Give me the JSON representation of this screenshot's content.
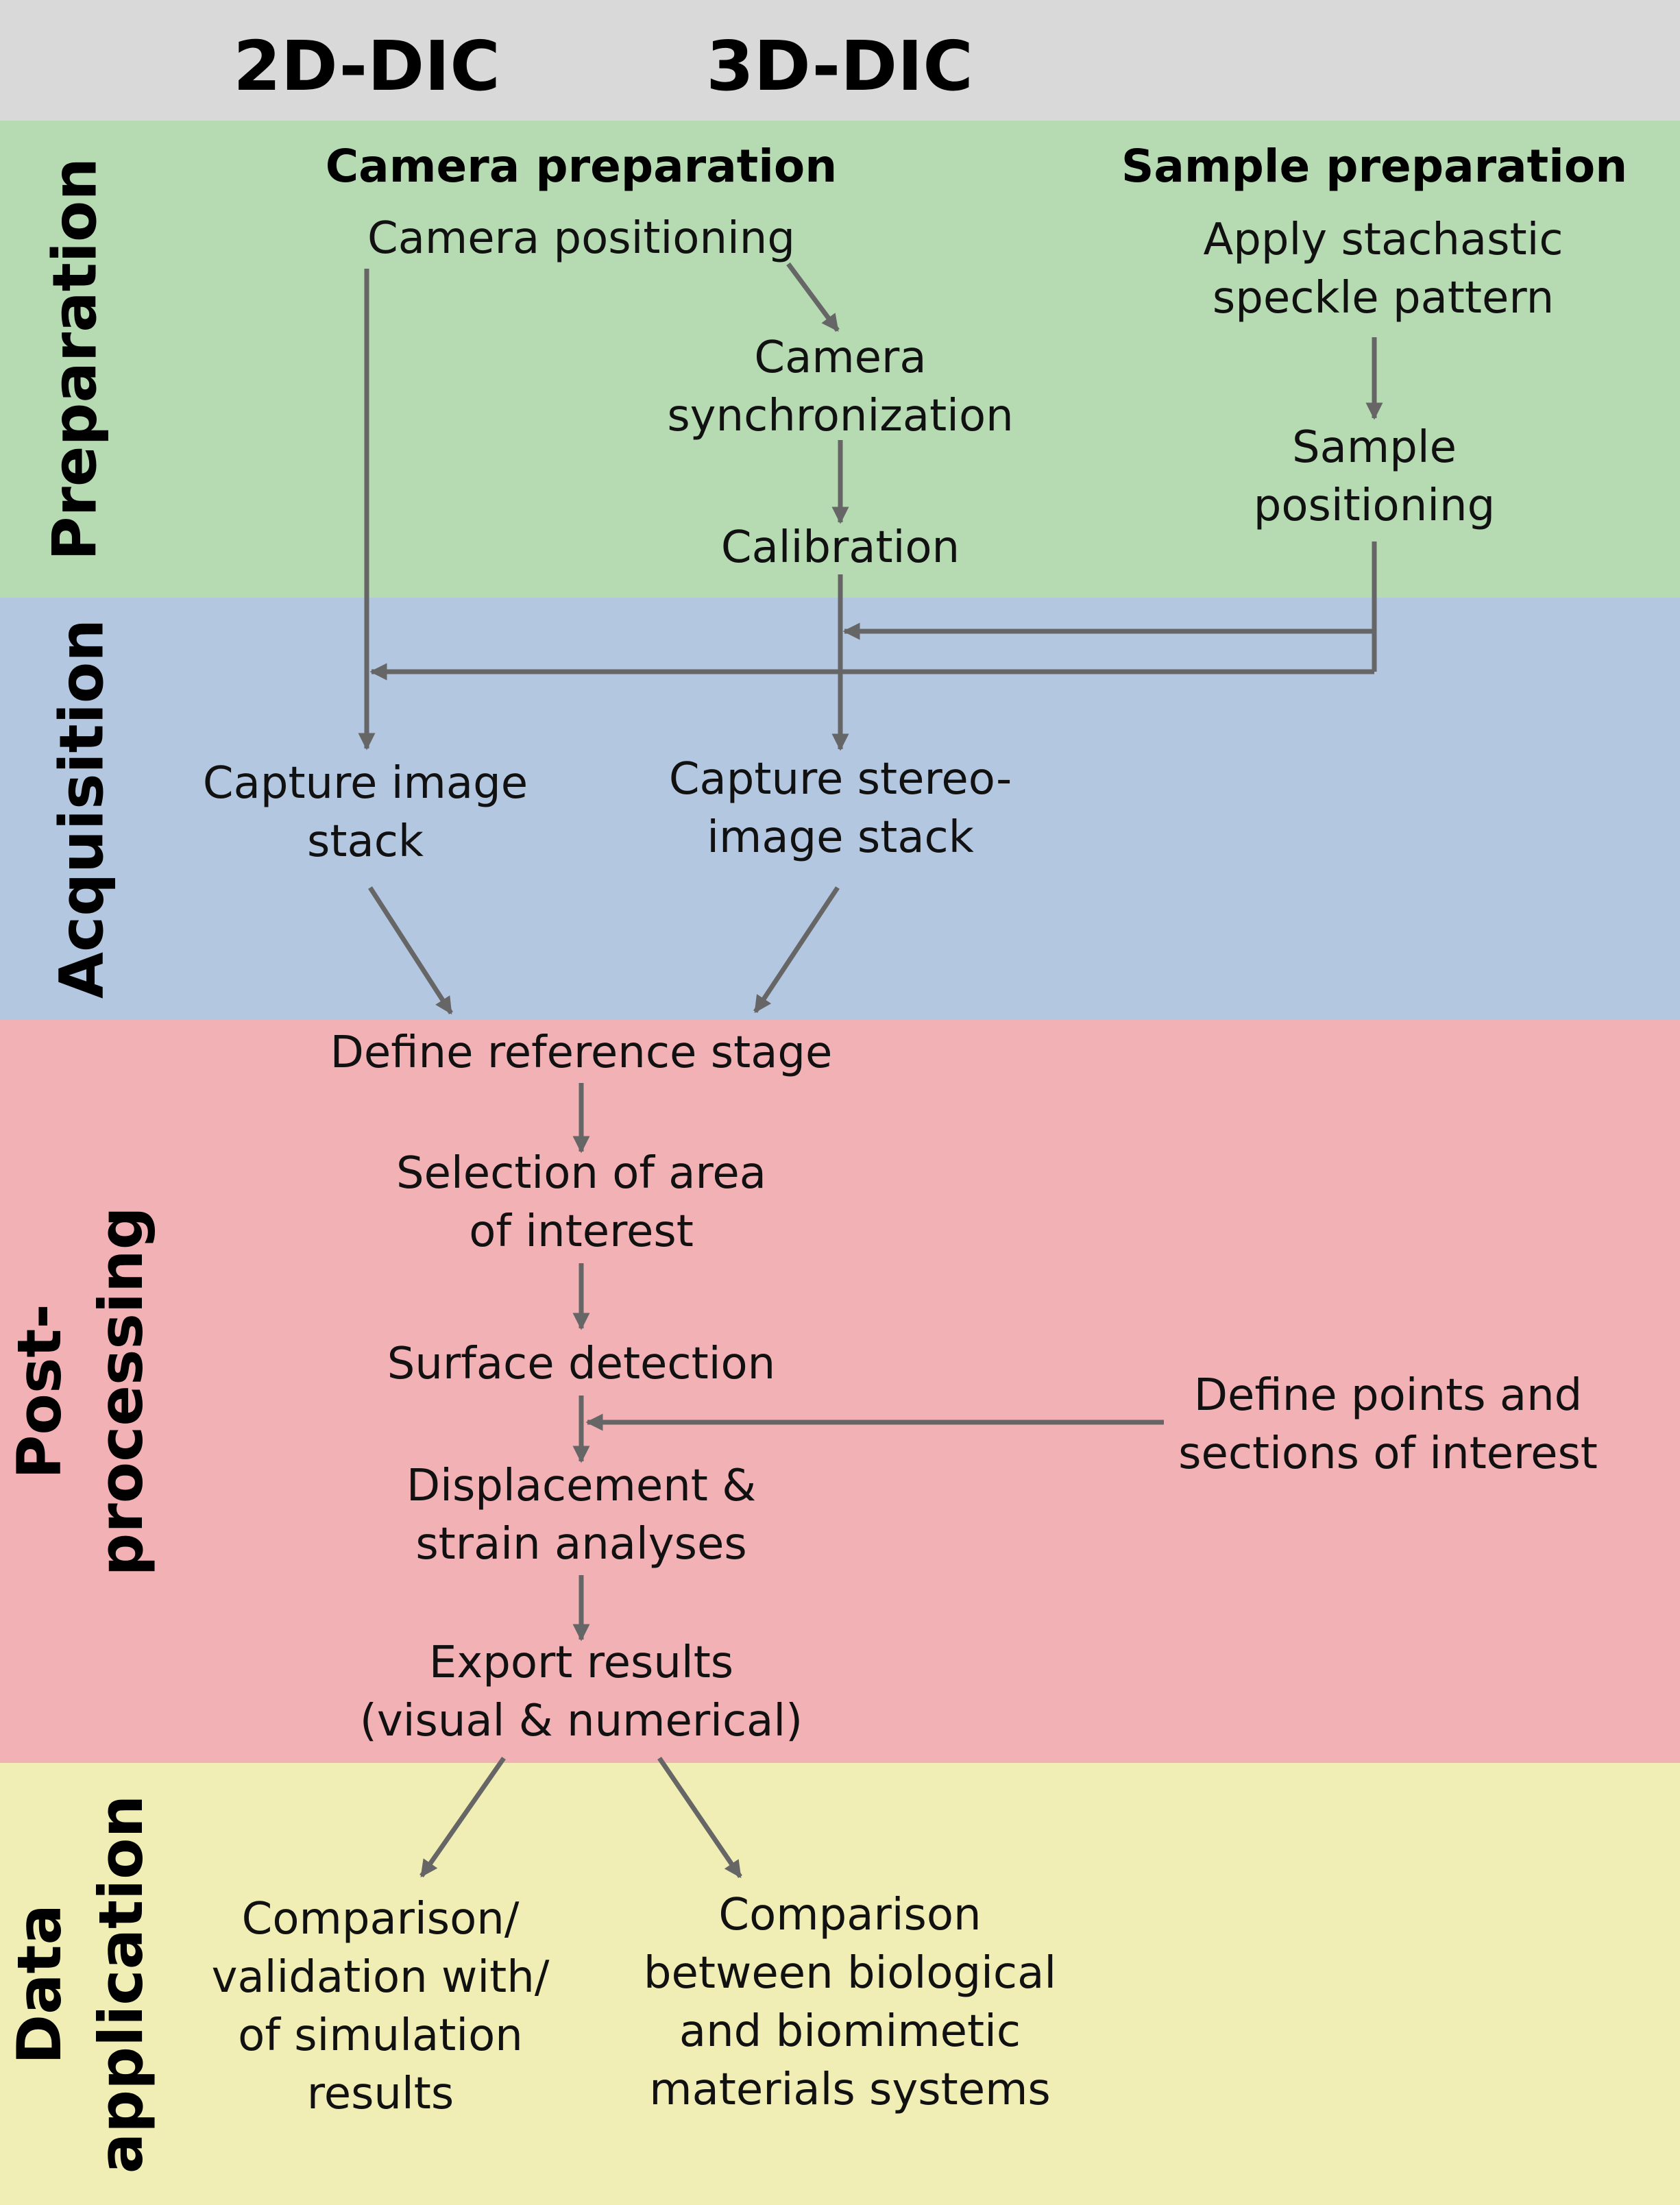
{
  "colors": {
    "header_band": "#d9d9d9",
    "preparation_band": "#b6dab2",
    "acquisition_band": "#b3c7e0",
    "postprocessing_band": "#f2b1b4",
    "data_application_band": "#f0eeb4",
    "arrow": "#666666"
  },
  "header": {
    "col_2d": "2D-DIC",
    "col_3d": "3D-DIC"
  },
  "bands": {
    "preparation": "Preparation",
    "acquisition": "Acquisition",
    "postprocessing_line1": "Post-",
    "postprocessing_line2": "processing",
    "data_application_line1": "Data",
    "data_application_line2": "application"
  },
  "preparation": {
    "camera_heading": "Camera preparation",
    "sample_heading": "Sample preparation",
    "camera_positioning": "Camera positioning",
    "camera_sync_line1": "Camera",
    "camera_sync_line2": "synchronization",
    "calibration": "Calibration",
    "speckle_line1": "Apply stachastic",
    "speckle_line2": "speckle pattern",
    "sample_pos_line1": "Sample",
    "sample_pos_line2": "positioning"
  },
  "acquisition": {
    "capture_image_line1": "Capture image",
    "capture_image_line2": "stack",
    "capture_stereo_line1": "Capture stereo-",
    "capture_stereo_line2": "image stack"
  },
  "postprocessing": {
    "define_reference": "Define reference stage",
    "aoi_line1": "Selection of area",
    "aoi_line2": "of interest",
    "surface_detection": "Surface detection",
    "displacement_line1": "Displacement &",
    "displacement_line2": "strain analyses",
    "export_line1": "Export results",
    "export_line2": "(visual & numerical)",
    "points_line1": "Define points and",
    "points_line2": "sections of interest"
  },
  "data_application": {
    "simulation_line1": "Comparison/",
    "simulation_line2": "validation with/",
    "simulation_line3": "of simulation",
    "simulation_line4": "results",
    "biological_line1": "Comparison",
    "biological_line2": "between biological",
    "biological_line3": "and biomimetic",
    "biological_line4": "materials systems"
  }
}
